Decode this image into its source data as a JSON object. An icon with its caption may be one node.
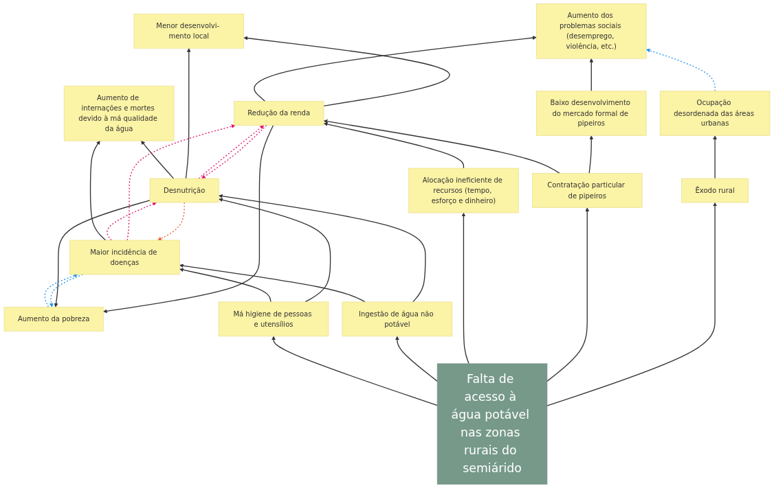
{
  "diagram": {
    "nodes": [
      {
        "text": [
          "Aumento de internações e mortes devido à má qualidade da água"
        ]
      },
      {
        "text": [
          "Aumento da pobreza"
        ]
      },
      {
        "text": [
          "Menor desenvolvi- mento local"
        ]
      },
      {
        "text": [
          "Aumento dos problemas sociais (desemprego, violência, etc.)"
        ]
      },
      {
        "text": [
          "Maior incidência de doenças"
        ]
      },
      {
        "text": [
          "Desnutrição"
        ]
      },
      {
        "text": [
          "Redução da renda"
        ]
      },
      {
        "text": [
          "Baixo desenvolvimento do mercado formal de pipeiros"
        ]
      },
      {
        "text": [
          "Ocupação desordenada das áreas urbanas"
        ]
      },
      {
        "text": [
          "Má higiene de pessoas e utensílios"
        ]
      },
      {
        "text": [
          "Ingestão de água não potável"
        ]
      },
      {
        "text": [
          "Alocação ineficiente de recursos (tempo, esforço e dinheiro)"
        ]
      },
      {
        "text": [
          "Contratação particular de pipeiros"
        ]
      },
      {
        "text": [
          "Êxodo rural"
        ]
      },
      {
        "text": [
          "Falta de acesso à água potável nas zonas rurais do semiárido"
        ]
      }
    ],
    "edges": [
      {
        "from": 14,
        "to": 9,
        "arrow": "to"
      },
      {
        "from": 14,
        "to": 10,
        "arrow": "to"
      },
      {
        "from": 14,
        "to": 11,
        "arrow": "to"
      },
      {
        "from": 14,
        "to": 12,
        "arrow": "to"
      },
      {
        "from": 14,
        "to": 13,
        "arrow": "to"
      },
      {
        "from": 9,
        "to": 4,
        "arrow": "to"
      },
      {
        "from": 9,
        "to": 5,
        "arrow": "to"
      },
      {
        "from": 10,
        "to": 4,
        "arrow": "to"
      },
      {
        "from": 10,
        "to": 5,
        "arrow": "to"
      },
      {
        "from": 11,
        "to": 6,
        "arrow": "to"
      },
      {
        "from": 12,
        "to": 6,
        "arrow": "to"
      },
      {
        "from": 12,
        "to": 7,
        "arrow": "to"
      },
      {
        "from": 13,
        "to": 8,
        "arrow": "to"
      },
      {
        "from": 4,
        "to": 0,
        "arrow": "to"
      },
      {
        "from": 5,
        "to": 0,
        "arrow": "to"
      },
      {
        "from": 5,
        "to": 1,
        "arrow": "to"
      },
      {
        "from": 5,
        "to": 2,
        "arrow": "to"
      },
      {
        "from": 6,
        "to": 1,
        "arrow": "to"
      },
      {
        "from": 6,
        "to": 3,
        "arrow": "to"
      },
      {
        "from": 6,
        "to": 2,
        "arrow": "to"
      },
      {
        "from": 7,
        "to": 3,
        "arrow": "to"
      },
      {
        "from": 8,
        "to": 3,
        "arrow": "to",
        "style": "dashed",
        "color": "#2196f3"
      },
      {
        "from": 4,
        "to": 1,
        "arrow": "to",
        "style": "dashed",
        "color": "#2196f3"
      },
      {
        "from": 1,
        "to": 4,
        "arrow": "to",
        "style": "dashed",
        "color": "#2196f3"
      },
      {
        "from": 5,
        "to": 4,
        "arrow": "to",
        "style": "dashed",
        "color": "#f05a28"
      },
      {
        "from": 4,
        "to": 5,
        "arrow": "to",
        "style": "dashed",
        "color": "#e0126e"
      },
      {
        "from": 6,
        "to": 5,
        "arrow": "to",
        "style": "dashed",
        "color": "#e0126e"
      },
      {
        "from": 5,
        "to": 6,
        "arrow": "to",
        "style": "dashed",
        "color": "#e0126e"
      },
      {
        "from": 4,
        "to": 6,
        "arrow": "to",
        "style": "dashed",
        "color": "#e0126e"
      }
    ]
  }
}
